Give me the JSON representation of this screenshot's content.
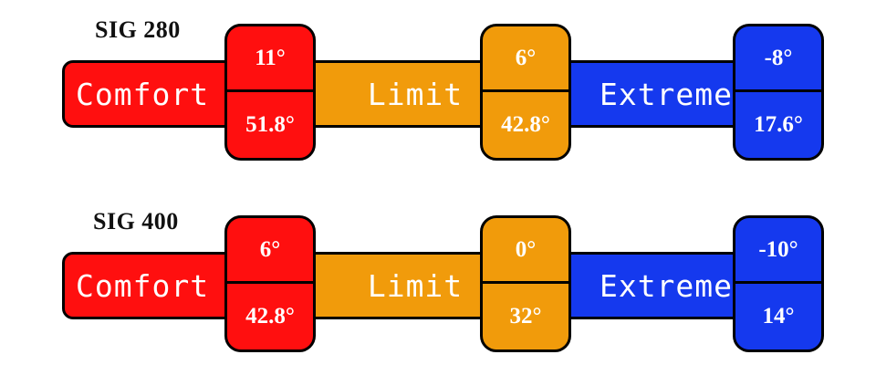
{
  "panels": [
    {
      "title": "SIG 280",
      "bars": {
        "comfort": "Comfort",
        "limit": "Limit",
        "extreme": "Extreme"
      },
      "comfort": {
        "celsius": "11°",
        "fahrenheit": "51.8°"
      },
      "limit": {
        "celsius": "6°",
        "fahrenheit": "42.8°"
      },
      "extreme": {
        "celsius": "-8°",
        "fahrenheit": "17.6°"
      }
    },
    {
      "title": "SIG 400",
      "bars": {
        "comfort": "Comfort",
        "limit": "Limit",
        "extreme": "Extreme"
      },
      "comfort": {
        "celsius": "6°",
        "fahrenheit": "42.8°"
      },
      "limit": {
        "celsius": "0°",
        "fahrenheit": "32°"
      },
      "extreme": {
        "celsius": "-10°",
        "fahrenheit": "14°"
      }
    }
  ],
  "colors": {
    "comfort": "#ff0f0f",
    "limit": "#f19b0b",
    "extreme": "#1539ee"
  }
}
